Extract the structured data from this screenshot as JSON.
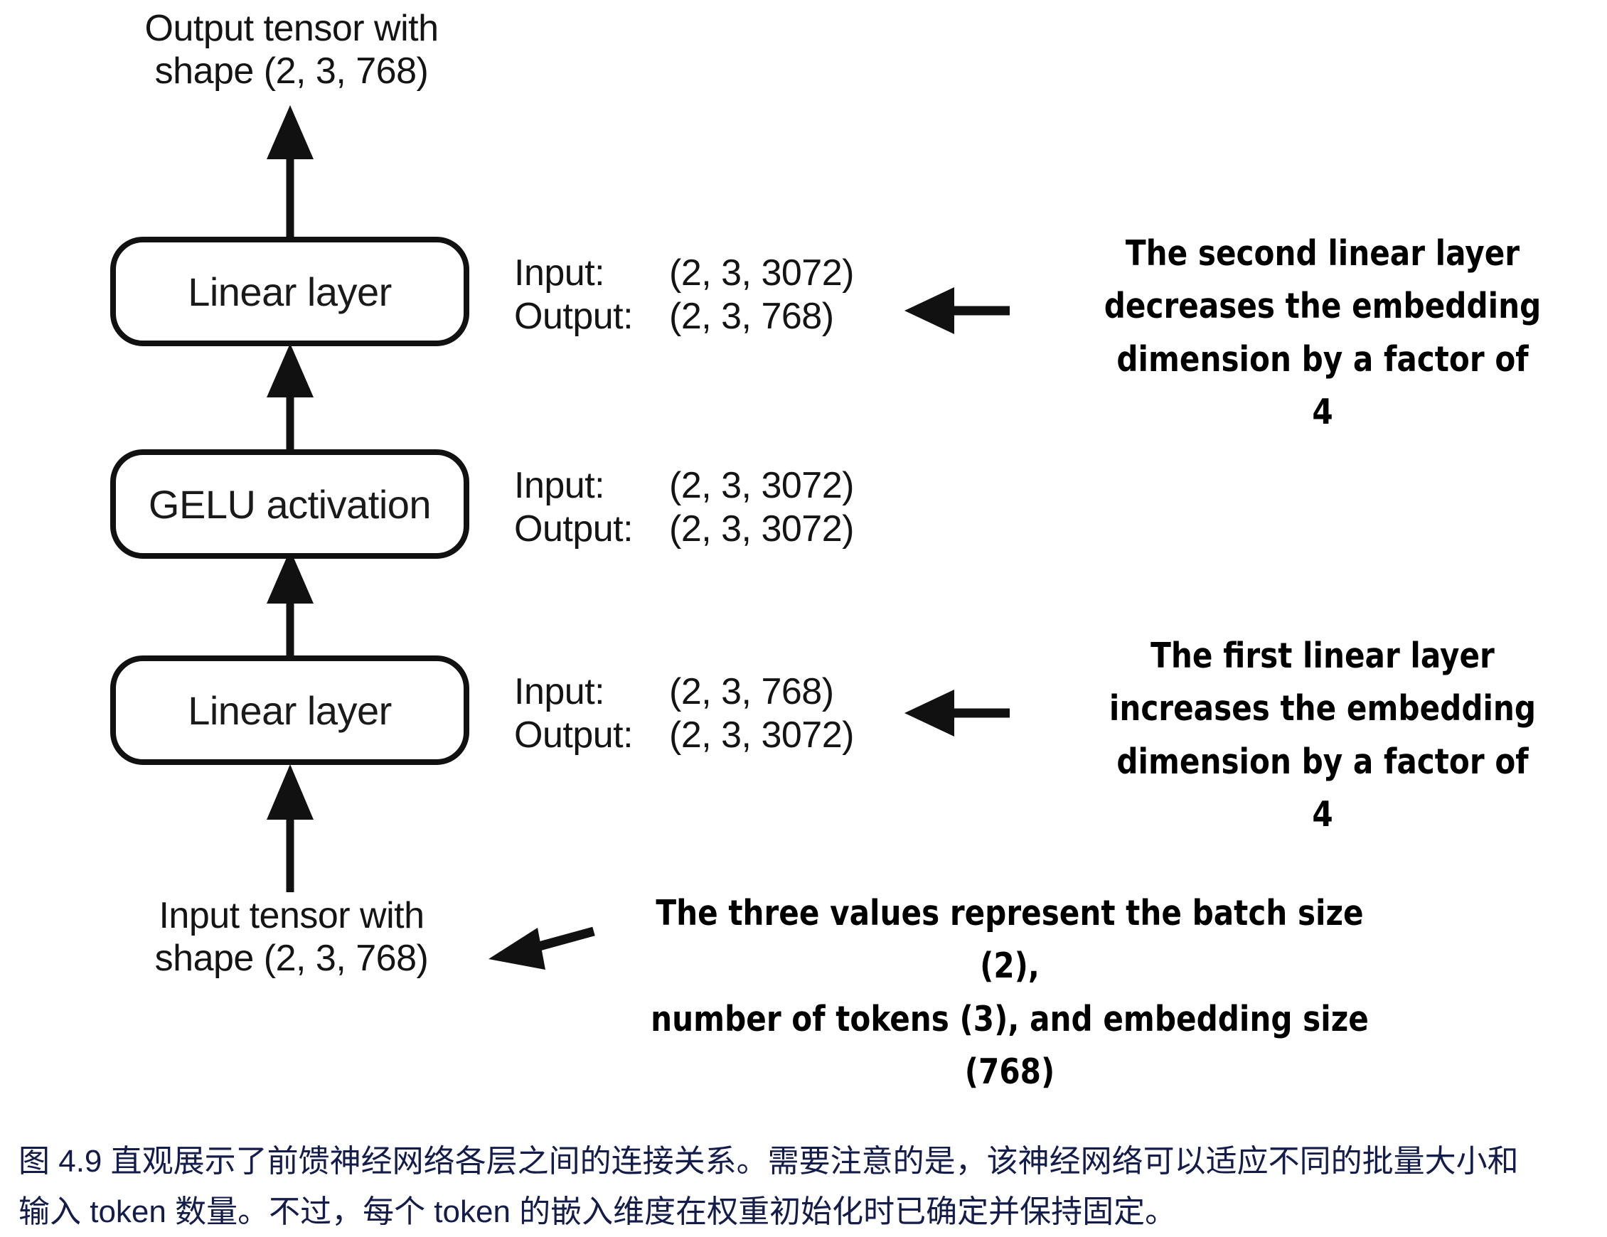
{
  "figure": {
    "top_label": "Output tensor with\nshape (2, 3, 768)",
    "bottom_label": "Input tensor with\nshape (2, 3, 768)",
    "blocks": [
      {
        "name": "second-linear-layer",
        "label": "Linear layer"
      },
      {
        "name": "gelu-activation",
        "label": "GELU activation"
      },
      {
        "name": "first-linear-layer",
        "label": "Linear layer"
      }
    ],
    "io_specs": [
      {
        "for": "second-linear-layer",
        "input_key": "Input:",
        "input_value": "(2, 3, 3072)",
        "output_key": "Output:",
        "output_value": "(2, 3, 768)"
      },
      {
        "for": "gelu-activation",
        "input_key": "Input:",
        "input_value": "(2, 3, 3072)",
        "output_key": "Output:",
        "output_value": "(2, 3, 3072)"
      },
      {
        "for": "first-linear-layer",
        "input_key": "Input:",
        "input_value": "(2, 3, 768)",
        "output_key": "Output:",
        "output_value": "(2, 3, 3072)"
      }
    ],
    "annotations": [
      {
        "name": "second-linear-layer-note",
        "text": "The second linear layer\ndecreases the embedding\ndimension by a factor of 4"
      },
      {
        "name": "first-linear-layer-note",
        "text": "The first linear layer\nincreases the embedding\ndimension by a factor of 4"
      },
      {
        "name": "shape-meaning-note",
        "text": "The three values represent the batch size (2),\nnumber of tokens (3), and embedding size\n(768)"
      }
    ],
    "colors": {
      "stroke": "#111111",
      "text": "#141414",
      "caption": "#131c4a",
      "background": "#ffffff"
    }
  },
  "caption": {
    "line1": "图 4.9 直观展示了前馈神经网络各层之间的连接关系。需要注意的是，该神经网络可以适应不同的批量大小和",
    "line2": "输入 token 数量。不过，每个 token 的嵌入维度在权重初始化时已确定并保持固定。"
  }
}
